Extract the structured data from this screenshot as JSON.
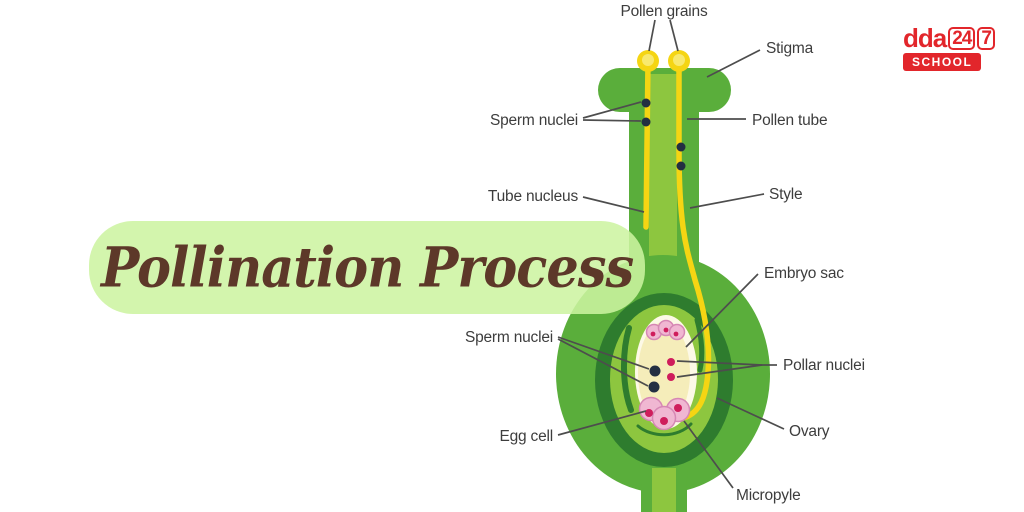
{
  "title_banner": {
    "text": "Pollination Process",
    "bg": "#ccf3a1",
    "text_color": "#5d3829"
  },
  "logo": {
    "brand": "dda",
    "box1": "24",
    "box2": "7",
    "school": "SCHOOL",
    "red": "#e2262b"
  },
  "labels": {
    "pollen_grains": "Pollen grains",
    "stigma": "Stigma",
    "sperm_nuclei_style": "Sperm nuclei",
    "pollen_tube": "Pollen tube",
    "tube_nucleus": "Tube nucleus",
    "style": "Style",
    "embryo_sac": "Embryo sac",
    "sperm_nuclei_ovary": "Sperm nuclei",
    "pollar_nuclei": "Pollar nuclei",
    "egg_cell": "Egg cell",
    "ovary": "Ovary",
    "micropyle": "Micropyle"
  },
  "colors": {
    "pistil_green": "#5aae3b",
    "inner_light_green": "#8dc63f",
    "dark_green_ring": "#2e7c2e",
    "tube_yellow": "#f5d513",
    "pollen_grain_inner": "#f8e96e",
    "embryo_sac_outer": "#fdf9e6",
    "embryo_sac_inner": "#f5edba",
    "cell_pink": "#f0b7d2",
    "cell_pink_stroke": "#d687b4",
    "nucleus_red": "#cf1d5c",
    "nucleus_navy": "#232f42",
    "connector_gray": "#4d4d4d",
    "label_text": "#3d3d3d"
  }
}
